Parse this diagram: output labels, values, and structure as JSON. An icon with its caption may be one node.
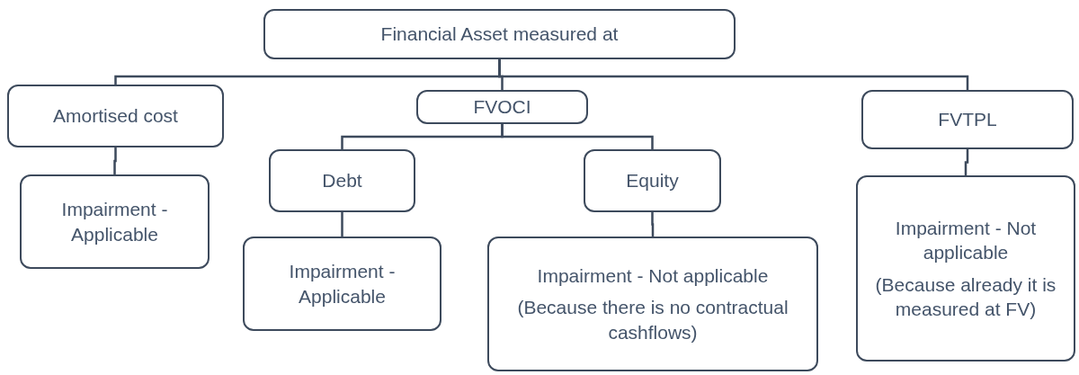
{
  "diagram": {
    "nodes": [
      {
        "text": [
          "Financial Asset measured at"
        ]
      },
      {
        "text": [
          "Amortised cost"
        ]
      },
      {
        "text": [
          "FVOCI"
        ]
      },
      {
        "text": [
          "FVTPL"
        ]
      },
      {
        "text": [
          "Impairment - Applicable"
        ]
      },
      {
        "text": [
          "Debt"
        ]
      },
      {
        "text": [
          "Impairment - Applicable"
        ]
      },
      {
        "text": [
          "Equity"
        ]
      },
      {
        "text": [
          "Impairment - Not applicable",
          "(Because there is no contractual cashflows)"
        ]
      },
      {
        "text": [
          "Impairment - Not applicable",
          "(Because already it is measured at FV)"
        ]
      }
    ],
    "edges": [
      {
        "from": 0,
        "to": 1,
        "arrow": "none"
      },
      {
        "from": 0,
        "to": 2,
        "arrow": "none"
      },
      {
        "from": 0,
        "to": 3,
        "arrow": "none"
      },
      {
        "from": 1,
        "to": 4,
        "arrow": "none"
      },
      {
        "from": 2,
        "to": 5,
        "arrow": "none"
      },
      {
        "from": 2,
        "to": 7,
        "arrow": "none"
      },
      {
        "from": 5,
        "to": 6,
        "arrow": "none"
      },
      {
        "from": 7,
        "to": 8,
        "arrow": "none"
      },
      {
        "from": 3,
        "to": 9,
        "arrow": "none"
      }
    ]
  }
}
